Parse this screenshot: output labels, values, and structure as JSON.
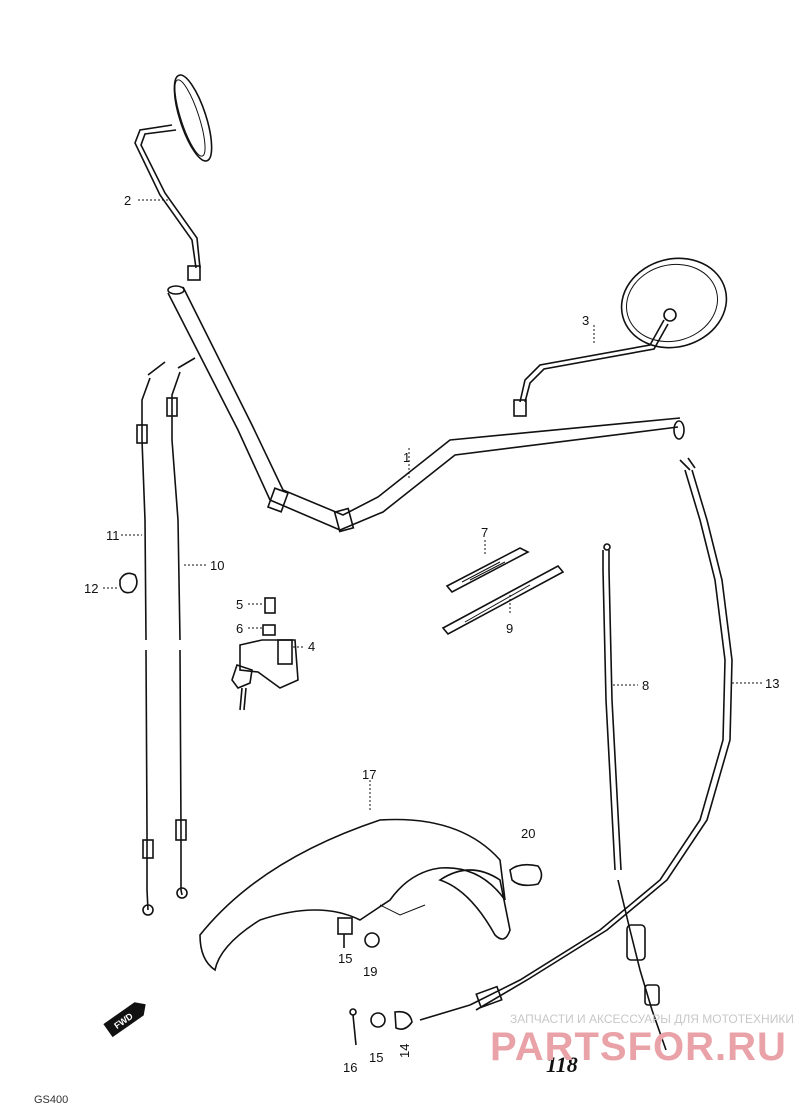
{
  "callouts": {
    "p1": "1",
    "p2": "2",
    "p3": "3",
    "p4": "4",
    "p5": "5",
    "p6": "6",
    "p7": "7",
    "p8": "8",
    "p9": "9",
    "p10": "10",
    "p11": "11",
    "p12": "12",
    "p13": "13",
    "p14": "14",
    "p15a": "15",
    "p15b": "15",
    "p16": "16",
    "p17": "17",
    "p19": "19",
    "p20": "20"
  },
  "page_number": "118",
  "model_label": "GS400",
  "fwd_label": "FWD",
  "watermark": {
    "tagline": "ЗАПЧАСТИ И АКСЕССУАРЫ ДЛЯ МОТОТЕХНИКИ",
    "brand": "PARTSFOR.RU",
    "color": "#e9a2a7"
  }
}
